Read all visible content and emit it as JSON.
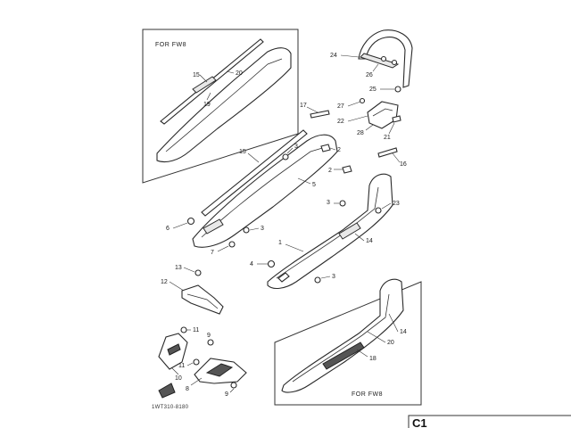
{
  "diagram": {
    "insets": {
      "top_left": {
        "label": "FOR  FW8"
      },
      "bottom_right": {
        "label": "FOR  FW8"
      }
    },
    "callouts": {
      "c15_inset": "15",
      "c20_inset": "20",
      "c19_inset": "19",
      "c24": "24",
      "c26": "26",
      "c25": "25",
      "c27": "27",
      "c22": "22",
      "c28": "28",
      "c21": "21",
      "c17": "17",
      "c3_a": "3",
      "c2_a": "2",
      "c2_b": "2",
      "c16": "16",
      "c15": "15",
      "c5": "5",
      "c3_b": "3",
      "c23": "23",
      "c6": "6",
      "c3_c": "3",
      "c14": "14",
      "c1": "1",
      "c7": "7",
      "c4": "4",
      "c3_d": "3",
      "c13": "13",
      "c12": "12",
      "c11": "11",
      "c9_a": "9",
      "c11_b": "11",
      "c10": "10",
      "c8": "8",
      "c9_b": "9",
      "c14_inset": "14",
      "c20_inset_b": "20",
      "c18": "18"
    },
    "reference_code": "1WT310-8180",
    "page_code": "C1"
  }
}
